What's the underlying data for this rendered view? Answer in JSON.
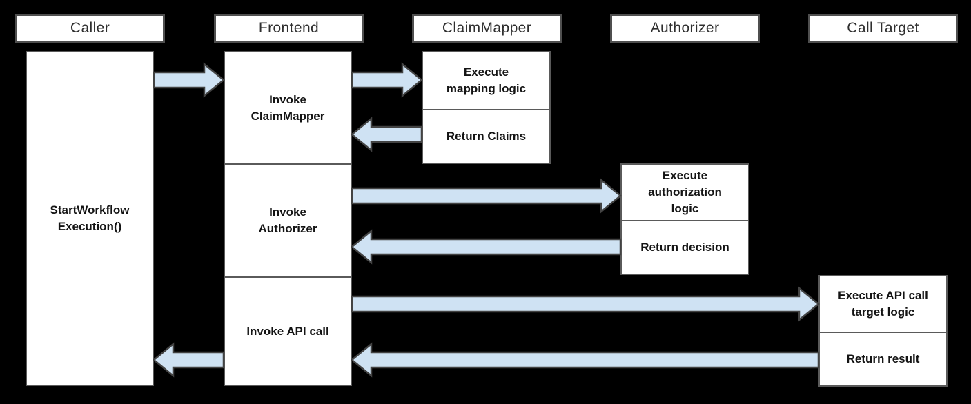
{
  "diagram": {
    "type": "sequence-flow",
    "colors": {
      "background": "#000000",
      "box_fill": "#ffffff",
      "box_border": "#5a5a5a",
      "header_border": "#4f4f4f",
      "arrow_fill": "#cfe2f3",
      "arrow_border": "#434343",
      "header_text": "#2f2f2f",
      "body_text": "#141414"
    },
    "lanes": [
      {
        "id": "caller",
        "header": "Caller",
        "boxes": [
          "StartWorkflow\nExecution()"
        ]
      },
      {
        "id": "frontend",
        "header": "Frontend",
        "boxes": [
          "Invoke\nClaimMapper",
          "Invoke\nAuthorizer",
          "Invoke API call"
        ]
      },
      {
        "id": "claimmapper",
        "header": "ClaimMapper",
        "boxes": [
          "Execute\nmapping logic",
          "Return Claims"
        ]
      },
      {
        "id": "authorizer",
        "header": "Authorizer",
        "boxes": [
          "Execute\nauthorization\nlogic",
          "Return decision"
        ]
      },
      {
        "id": "calltarget",
        "header": "Call Target",
        "boxes": [
          "Execute API call\ntarget logic",
          "Return result"
        ]
      }
    ],
    "flows": [
      {
        "from": "Caller",
        "to": "Frontend",
        "direction": "right"
      },
      {
        "from": "Frontend",
        "to": "ClaimMapper",
        "direction": "right"
      },
      {
        "from": "ClaimMapper",
        "to": "Frontend",
        "direction": "left"
      },
      {
        "from": "Frontend",
        "to": "Authorizer",
        "direction": "right"
      },
      {
        "from": "Authorizer",
        "to": "Frontend",
        "direction": "left"
      },
      {
        "from": "Frontend",
        "to": "Call Target",
        "direction": "right"
      },
      {
        "from": "Call Target",
        "to": "Frontend",
        "direction": "left"
      },
      {
        "from": "Frontend",
        "to": "Caller",
        "direction": "left"
      }
    ]
  }
}
